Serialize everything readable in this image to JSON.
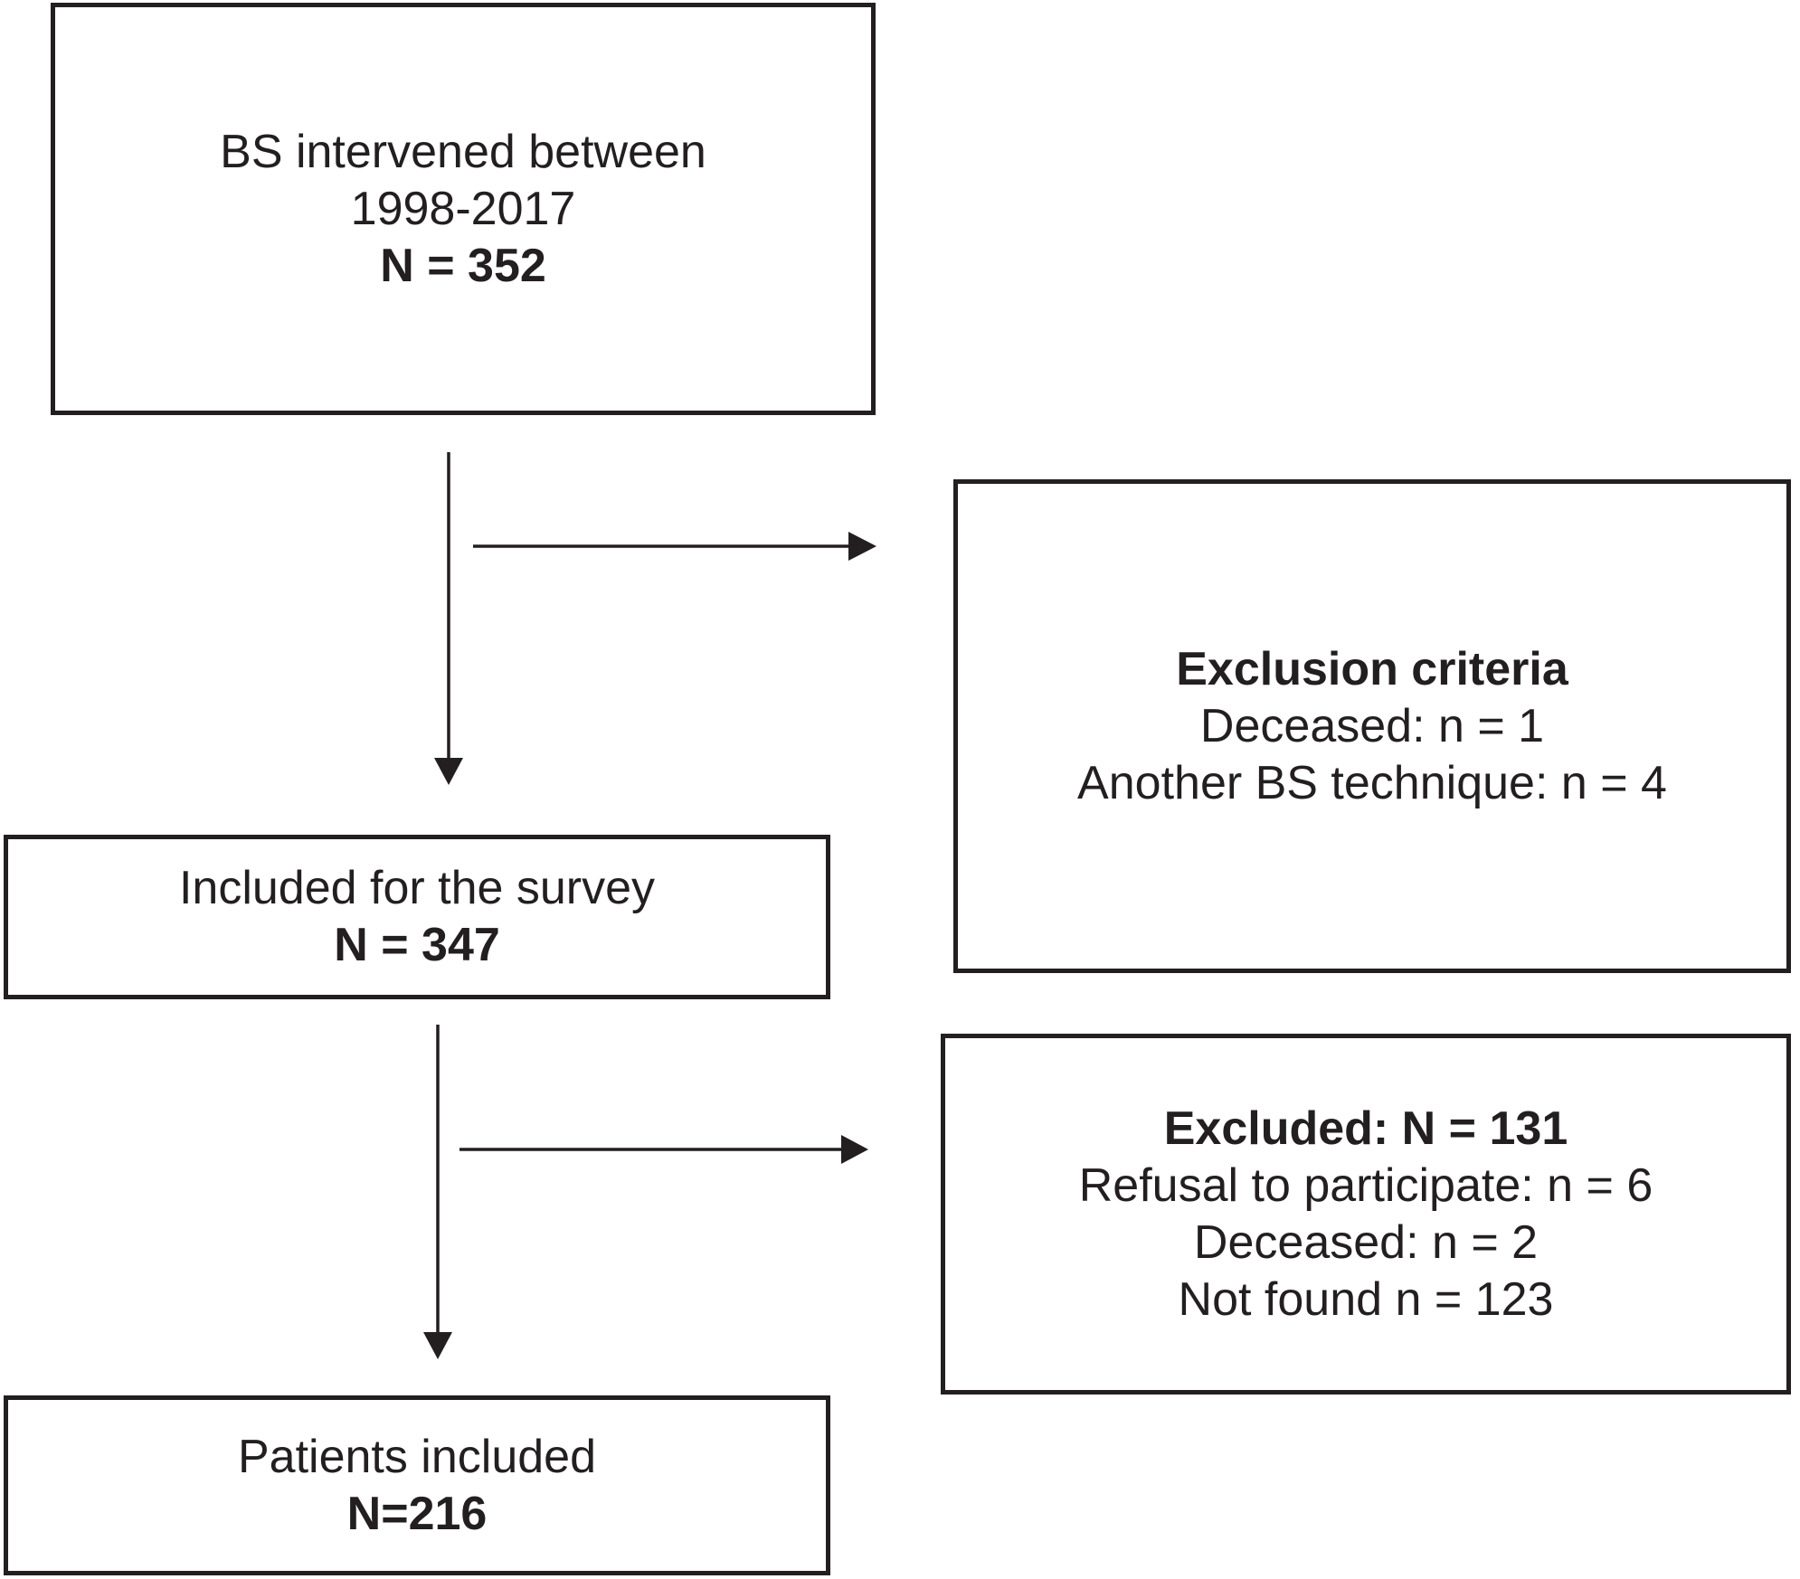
{
  "figure": {
    "background": "#ffffff",
    "ink_color": "#231f20"
  },
  "boxes": {
    "source": {
      "line1": "BS intervened between",
      "line2": "1998-2017",
      "n_label": "N = 352"
    },
    "exclusion": {
      "title": "Exclusion criteria",
      "items": [
        "Deceased: n = 1",
        "Another BS technique: n = 4"
      ]
    },
    "included_survey": {
      "line1": "Included for the survey",
      "n_label": "N = 347"
    },
    "excluded": {
      "title": "Excluded: N = 131",
      "items": [
        "Refusal to participate: n = 6",
        "Deceased: n = 2",
        "Not found n = 123"
      ]
    },
    "patients_included": {
      "line1": "Patients included",
      "n_label": "N=216"
    }
  }
}
